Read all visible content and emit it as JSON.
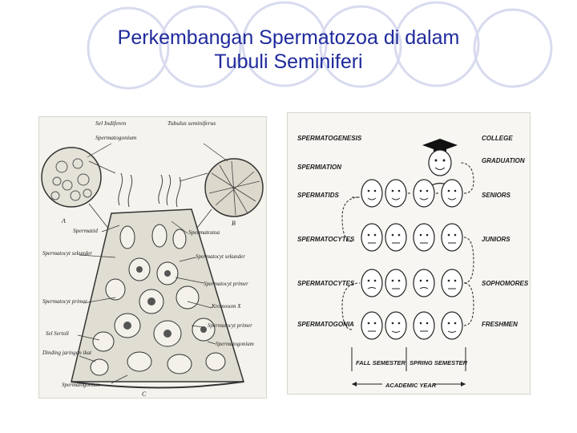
{
  "slide": {
    "title_line1": "Perkembangan Spermatozoa di dalam",
    "title_line2": "Tubuli Seminiferi"
  },
  "left_figure": {
    "labels": {
      "sel_indiferen": "Sel Indiferen",
      "spermatogonium_top": "Spermatogonium",
      "tubulus": "Tubulus seminiferus",
      "a": "A",
      "b": "B",
      "c": "C",
      "spermatid": "Spermatid",
      "spermatozoa": "Spermatozoa",
      "spermatocyt_sekunder_left": "Spermatocyt sekunder",
      "spermatocyt_sekunder_right": "Spermatocyt sekunder",
      "spermatocyt_primer_left": "Spermatocyt primer",
      "spermatocyt_primer_right1": "Spermatocyt primer",
      "kromosom_x": "Kromosom X",
      "spermatocyt_primer_right2": "Spermatocyt primer",
      "sel_sertoli": "Sel Sertoli",
      "dinding": "Dinding jaringan ikat",
      "spermatogonium_right": "Spermatogonium",
      "spermatogonium_bottom": "Spermatogonium"
    }
  },
  "right_figure": {
    "left_labels": [
      "SPERMATOGENESIS",
      "SPERMIATION",
      "SPERMATIDS",
      "SPERMATOCYTES",
      "SPERMATOCYTES",
      "SPERMATOGONIA"
    ],
    "right_labels": [
      "COLLEGE",
      "GRADUATION",
      "SENIORS",
      "JUNIORS",
      "SOPHOMORES",
      "FRESHMEN"
    ],
    "semester_fall": "FALL SEMESTER",
    "semester_spring": "SPRING SEMESTER",
    "academic_year": "ACADEMIC YEAR"
  }
}
